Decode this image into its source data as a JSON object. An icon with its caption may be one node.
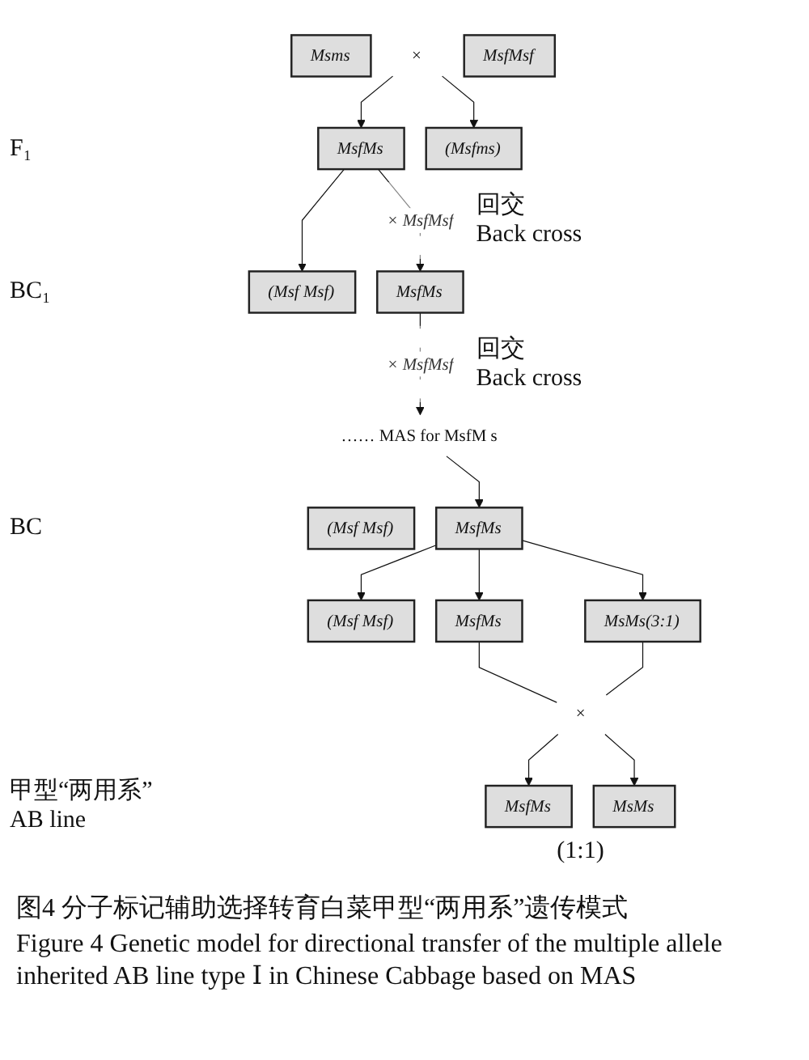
{
  "diagram": {
    "caption": "图4 分子标记辅助选择转育白菜甲型“两用系”遗传模式",
    "nodes": [
      {
        "text": [
          "Msms"
        ]
      },
      {
        "text": [
          "×"
        ]
      },
      {
        "text": [
          "MsfMsf"
        ]
      },
      {
        "text": [
          "MsfMs"
        ]
      },
      {
        "text": [
          "(Msfms)"
        ]
      },
      {
        "text": [
          "(Msf Msf)"
        ]
      },
      {
        "text": [
          "MsfMs"
        ]
      },
      {
        "text": [
          "…… MAS for MsfM s"
        ]
      },
      {
        "text": [
          "(Msf Msf)"
        ]
      },
      {
        "text": [
          "MsfMs"
        ]
      },
      {
        "text": [
          "(Msf Msf)"
        ]
      },
      {
        "text": [
          "MsfMs"
        ]
      },
      {
        "text": [
          "MsMs(3:1)"
        ]
      },
      {
        "text": [
          "×"
        ]
      },
      {
        "text": [
          "MsfMs"
        ]
      },
      {
        "text": [
          "MsMs"
        ]
      }
    ],
    "edges": [
      {
        "from": 1,
        "to": 3,
        "arrow": "to"
      },
      {
        "from": 1,
        "to": 4,
        "arrow": "to"
      },
      {
        "from": 3,
        "to": 5,
        "arrow": "to"
      },
      {
        "from": 3,
        "to": 6,
        "arrow": "to",
        "label": "× MsfMsf"
      },
      {
        "from": 6,
        "to": 7,
        "arrow": "to",
        "label": "× MsfMsf"
      },
      {
        "from": 7,
        "to": 9,
        "arrow": "to"
      },
      {
        "from": 9,
        "to": 10,
        "arrow": "to"
      },
      {
        "from": 9,
        "to": 11,
        "arrow": "to"
      },
      {
        "from": 9,
        "to": 12,
        "arrow": "to"
      },
      {
        "from": 11,
        "to": 13,
        "arrow": "none"
      },
      {
        "from": 12,
        "to": 13,
        "arrow": "none"
      },
      {
        "from": 13,
        "to": 14,
        "arrow": "to"
      },
      {
        "from": 13,
        "to": 15,
        "arrow": "to"
      }
    ],
    "labels": [
      "F₁",
      "回交",
      "Back cross",
      "BC₁",
      "回交",
      "Back cross",
      "BC",
      "甲型“两用系”",
      "AB line",
      "(1:1)",
      "Figure 4 Genetic model for directional transfer of the multiple allele inherited AB line type Ⅰ in Chinese Cabbage based on MAS"
    ]
  }
}
